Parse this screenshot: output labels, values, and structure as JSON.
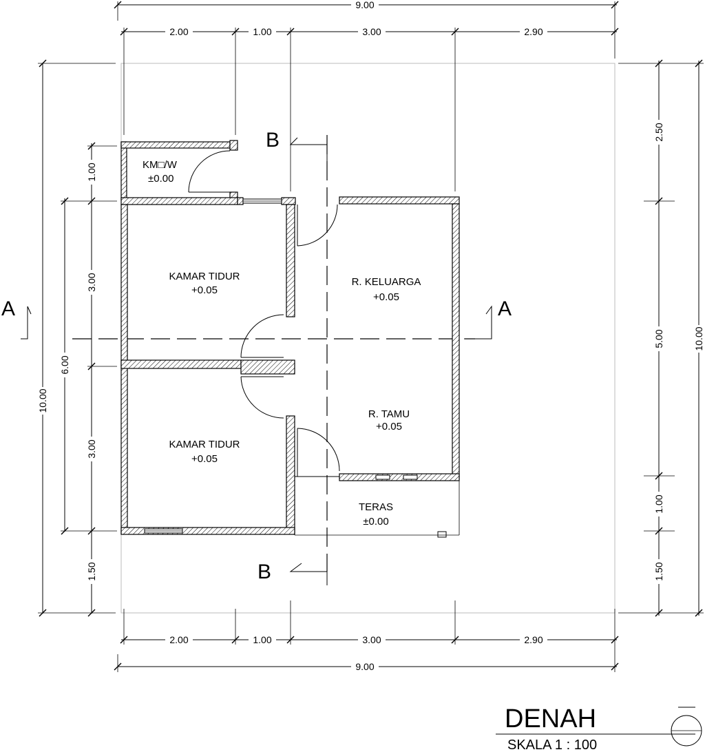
{
  "dims": {
    "top_total": "9.00",
    "top_segments": [
      "2.00",
      "1.00",
      "3.00",
      "2.90"
    ],
    "bottom_segments": [
      "2.00",
      "1.00",
      "3.00",
      "2.90"
    ],
    "bottom_total": "9.00",
    "left_outer": "10.00",
    "left_mid": "6.00",
    "left_segments": [
      "1.00",
      "3.00",
      "3.00",
      "1.50"
    ],
    "right_segments": [
      "2.50",
      "5.00",
      "1.00",
      "1.50"
    ],
    "right_outer": "10.00"
  },
  "rooms": {
    "kmw_name": "KM□/W",
    "kmw_level": "±0.00",
    "bed1_name": "KAMAR TIDUR",
    "bed1_level": "+0.05",
    "family_name": "R. KELUARGA",
    "family_level": "+0.05",
    "guest_name": "R. TAMU",
    "guest_level": "+0.05",
    "bed2_name": "KAMAR TIDUR",
    "bed2_level": "+0.05",
    "terrace_name": "TERAS",
    "terrace_level": "±0.00"
  },
  "sections": {
    "a_left": "A",
    "a_right": "A",
    "b_top": "B",
    "b_bottom": "B"
  },
  "title": {
    "name": "DENAH",
    "scale": "SKALA  1 : 100"
  }
}
